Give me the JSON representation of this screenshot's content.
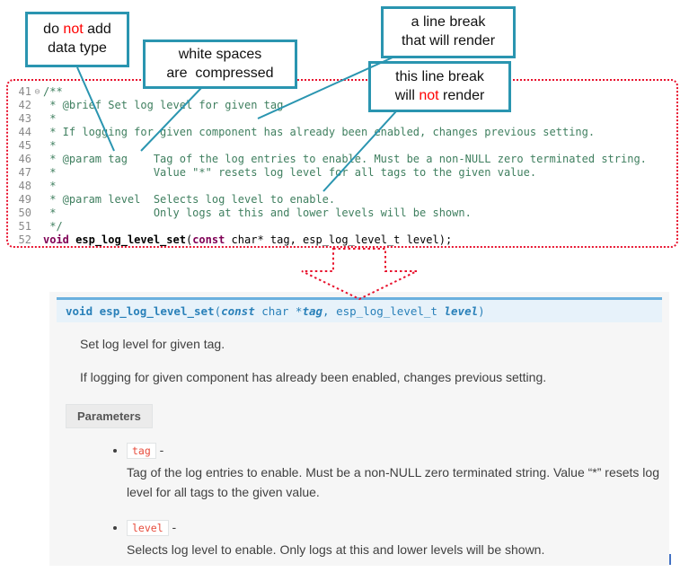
{
  "callouts": {
    "no_datatype": {
      "l1a": "do ",
      "l1b": "not",
      "l1c": " add",
      "l2": "data type"
    },
    "whitespace": {
      "l1": "white spaces",
      "l2": "are  compressed"
    },
    "break_render": {
      "l1": "a line break",
      "l2": "that will render"
    },
    "break_norender": {
      "l1": "this line break",
      "l2a": "will ",
      "l2b": "not",
      "l2c": " render"
    }
  },
  "editor": {
    "lines": [
      {
        "num": "41",
        "fold": "⊖",
        "code": "/**"
      },
      {
        "num": "42",
        "fold": "",
        "code": " * @brief Set log level for given tag"
      },
      {
        "num": "43",
        "fold": "",
        "code": " *"
      },
      {
        "num": "44",
        "fold": "",
        "code": " * If logging for given component has already been enabled, changes previous setting."
      },
      {
        "num": "45",
        "fold": "",
        "code": " *"
      },
      {
        "num": "46",
        "fold": "",
        "code": " * @param tag    Tag of the log entries to enable. Must be a non-NULL zero terminated string."
      },
      {
        "num": "47",
        "fold": "",
        "code": " *               Value \"*\" resets log level for all tags to the given value."
      },
      {
        "num": "48",
        "fold": "",
        "code": " *"
      },
      {
        "num": "49",
        "fold": "",
        "code": " * @param level  Selects log level to enable."
      },
      {
        "num": "50",
        "fold": "",
        "code": " *               Only logs at this and lower levels will be shown."
      },
      {
        "num": "51",
        "fold": "",
        "code": " */"
      }
    ],
    "line52": {
      "num": "52",
      "fold": "",
      "kw1": "void",
      "mid1": " ",
      "name": "esp_log_level_set",
      "mid2": "(",
      "kw2": "const",
      "tail": " char* tag, esp_log_level_t level);"
    }
  },
  "docs": {
    "sig": {
      "ret": "void ",
      "name": "esp_log_level_set",
      "open": "(",
      "const_kw": "const",
      "type1": " char *",
      "p1": "tag",
      "comma": ", ",
      "type2": "esp_log_level_t ",
      "p2": "level",
      "close": ")"
    },
    "para1": "Set log level for given tag.",
    "para2": "If logging for given component has already been enabled, changes previous setting.",
    "parameters_label": "Parameters",
    "params": [
      {
        "name": "tag",
        "dash": "-",
        "desc": "Tag of the log entries to enable. Must be a non-NULL zero terminated string. Value “*” resets log level for all tags to the given value."
      },
      {
        "name": "level",
        "dash": "-",
        "desc": "Selects log level to enable. Only logs at this and lower levels will be shown."
      }
    ]
  },
  "colors": {
    "callout_border": "#2a95b0",
    "editor_border": "#e8112d",
    "arrow_red": "#e8112d",
    "comment_green": "#3f7f5f",
    "keyword_purple": "#7f0055",
    "signature_bg": "#e7f2fa",
    "signature_border": "#6ab0de",
    "signature_text": "#2980b9",
    "literal_red": "#e74c3c",
    "panel_bg": "#f6f6f6",
    "accent_red": "#ff0000",
    "blue_square": "#4472c4"
  }
}
